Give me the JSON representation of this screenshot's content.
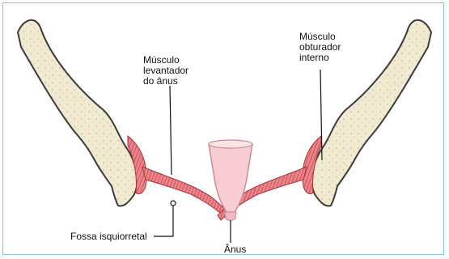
{
  "labels": {
    "levator_ani": "Músculo\nlevantador\ndo ânus",
    "obturator_internus": "Músculo\nobturador\ninterno",
    "ischioanal_fossa": "Fossa isquiorretal",
    "anus": "Ânus"
  },
  "colors": {
    "frame": "#86c4e8",
    "bone_fill": "#f1ead1",
    "bone_outline": "#3b3b3b",
    "muscle": "#d9474f",
    "rectum": "#f7cdd3",
    "leader_line": "#111111"
  }
}
